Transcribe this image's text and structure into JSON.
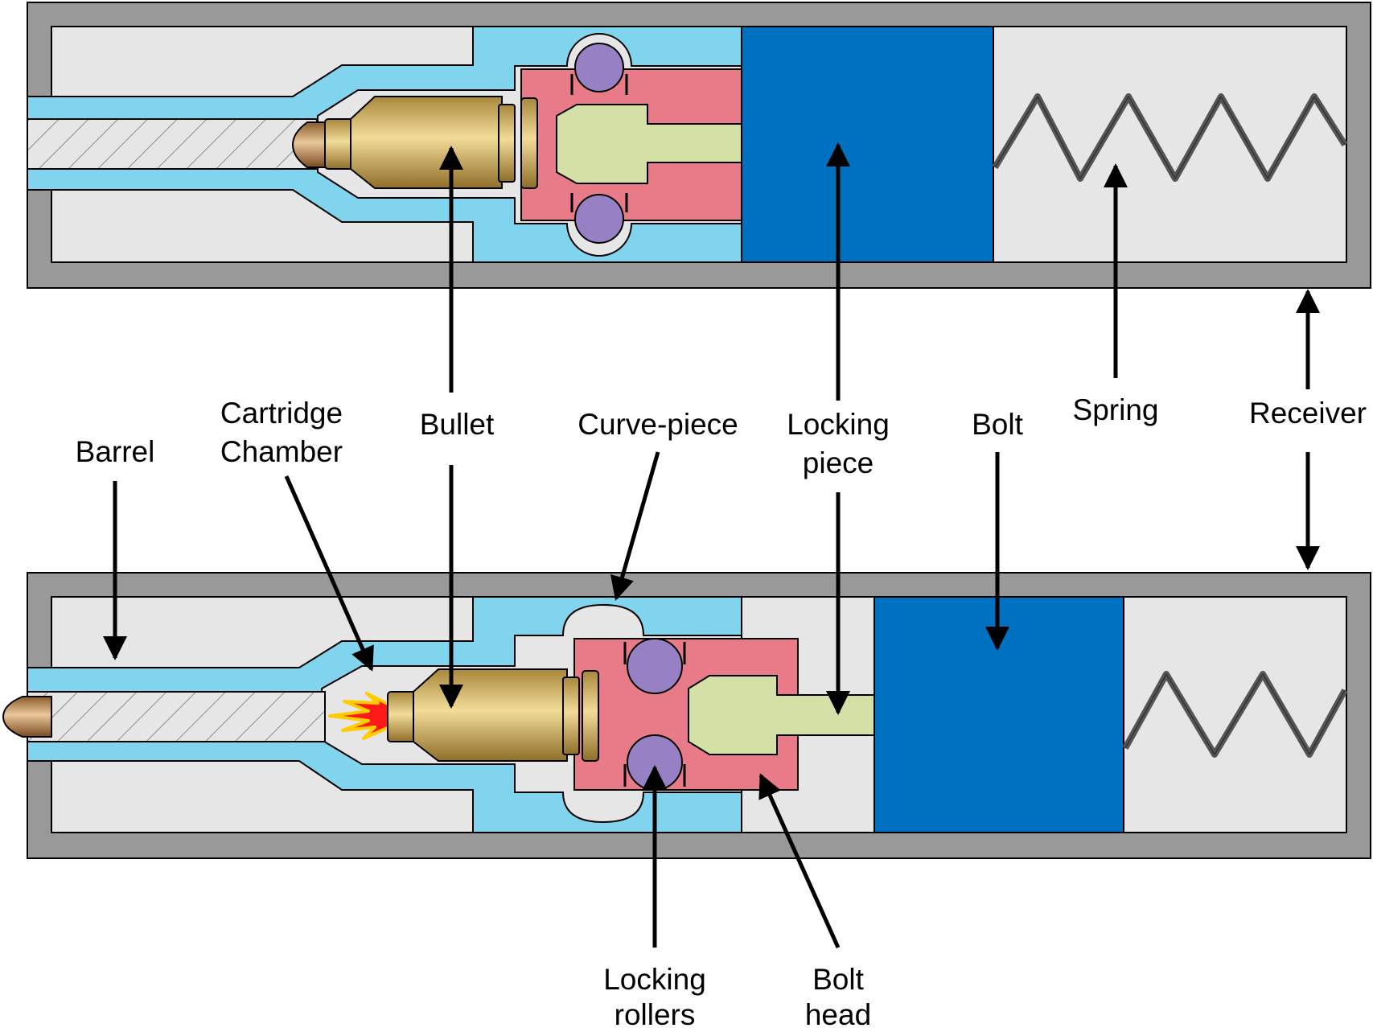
{
  "labels": {
    "barrel": "Barrel",
    "cartridge_l1": "Cartridge",
    "cartridge_l2": "Chamber",
    "bullet": "Bullet",
    "curve_piece": "Curve-piece",
    "locking_piece_l1": "Locking",
    "locking_piece_l2": "piece",
    "bolt": "Bolt",
    "spring": "Spring",
    "receiver": "Receiver",
    "locking_rollers_l1": "Locking",
    "locking_rollers_l2": "rollers",
    "bolt_head_l1": "Bolt",
    "bolt_head_l2": "head"
  },
  "colors": {
    "receiver": "#999999",
    "interior": "#e6e6e6",
    "barrel": "#80d4ee",
    "bolt": "#0070c0",
    "bolt_head": "#e87b87",
    "locking_piece": "#d4e0a6",
    "roller": "#9880c4",
    "cartridge": "#c9a84c",
    "flash": "#ff1a1a"
  }
}
